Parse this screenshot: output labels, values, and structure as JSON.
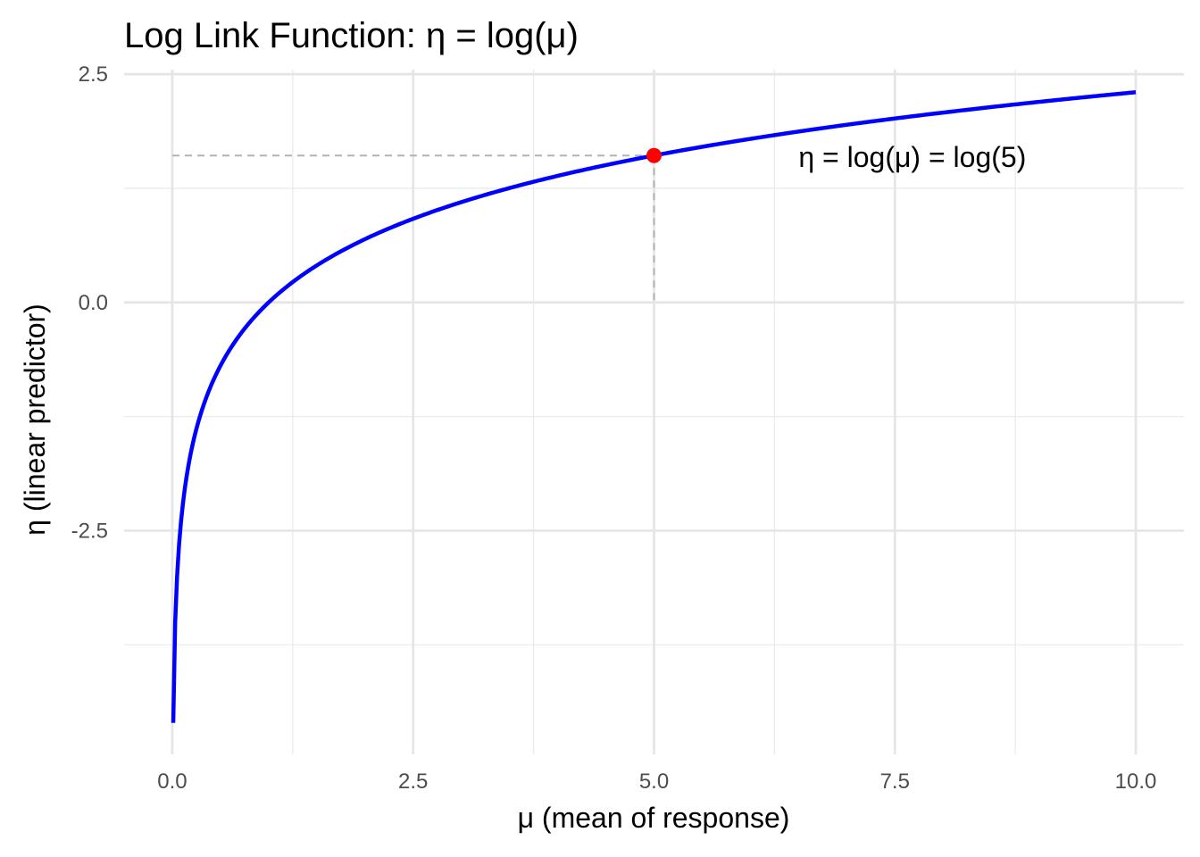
{
  "chart_data": {
    "type": "line",
    "title": "Log Link Function: η = log(μ)",
    "xlabel": "μ (mean of response)",
    "ylabel": "η (linear predictor)",
    "xlim": [
      -0.5,
      10.5
    ],
    "ylim": [
      -4.95,
      2.55
    ],
    "x_ticks": [
      {
        "value": 0,
        "label": "0.0"
      },
      {
        "value": 2.5,
        "label": "2.5"
      },
      {
        "value": 5,
        "label": "5.0"
      },
      {
        "value": 7.5,
        "label": "7.5"
      },
      {
        "value": 10,
        "label": "10.0"
      }
    ],
    "y_ticks": [
      {
        "value": -2.5,
        "label": "-2.5"
      },
      {
        "value": 0,
        "label": "0.0"
      },
      {
        "value": 2.5,
        "label": "2.5"
      }
    ],
    "x_minor_grid": [
      1.25,
      3.75,
      6.25,
      8.75
    ],
    "y_minor_grid": [
      -3.75,
      -1.25,
      1.25
    ],
    "grid": true,
    "series": [
      {
        "function": "log",
        "x_range": [
          0.01,
          10
        ],
        "color": "#0000FF"
      }
    ],
    "highlight_point": {
      "x": 5,
      "y": 1.609,
      "color": "#FF0000"
    },
    "reference_lines": {
      "style": "dashed",
      "color": "#b3b3b3"
    },
    "annotation": {
      "text": "η = log(μ) = log(5)",
      "x": 6.5,
      "y": 1.6
    }
  }
}
